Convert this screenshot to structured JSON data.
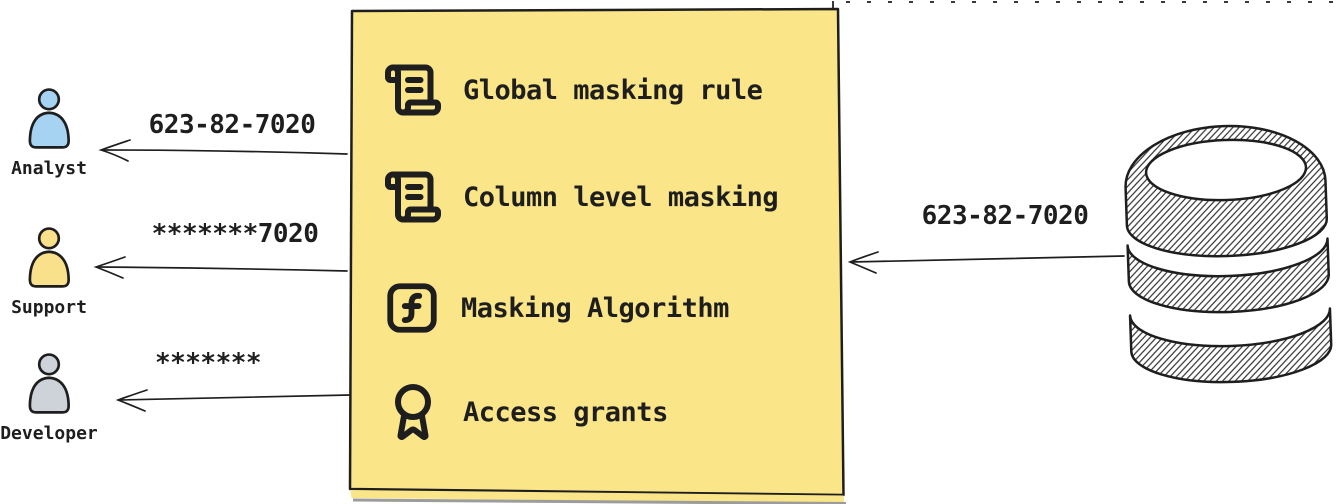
{
  "canvas": {
    "background": "#ffffff",
    "stroke_color": "#1e1e1e"
  },
  "users": [
    {
      "name": "Analyst",
      "received_value": "623-82-7020",
      "color": "#a7d3f2",
      "icon": "person-icon"
    },
    {
      "name": "Support",
      "received_value": "*******7020",
      "color": "#f8e18a",
      "icon": "person-icon"
    },
    {
      "name": "Developer",
      "received_value": "*******",
      "color": "#ced3d9",
      "icon": "person-icon"
    }
  ],
  "masking_box": {
    "fill": "#fae588",
    "items": [
      {
        "label": "Global masking rule",
        "icon": "scroll-text-icon"
      },
      {
        "label": "Column level masking",
        "icon": "scroll-text-icon"
      },
      {
        "label": "Masking Algorithm",
        "icon": "function-square-icon"
      },
      {
        "label": "Access grants",
        "icon": "award-icon"
      }
    ]
  },
  "database": {
    "icon": "database-cylinder-icon",
    "outgoing_value": "623-82-7020"
  }
}
